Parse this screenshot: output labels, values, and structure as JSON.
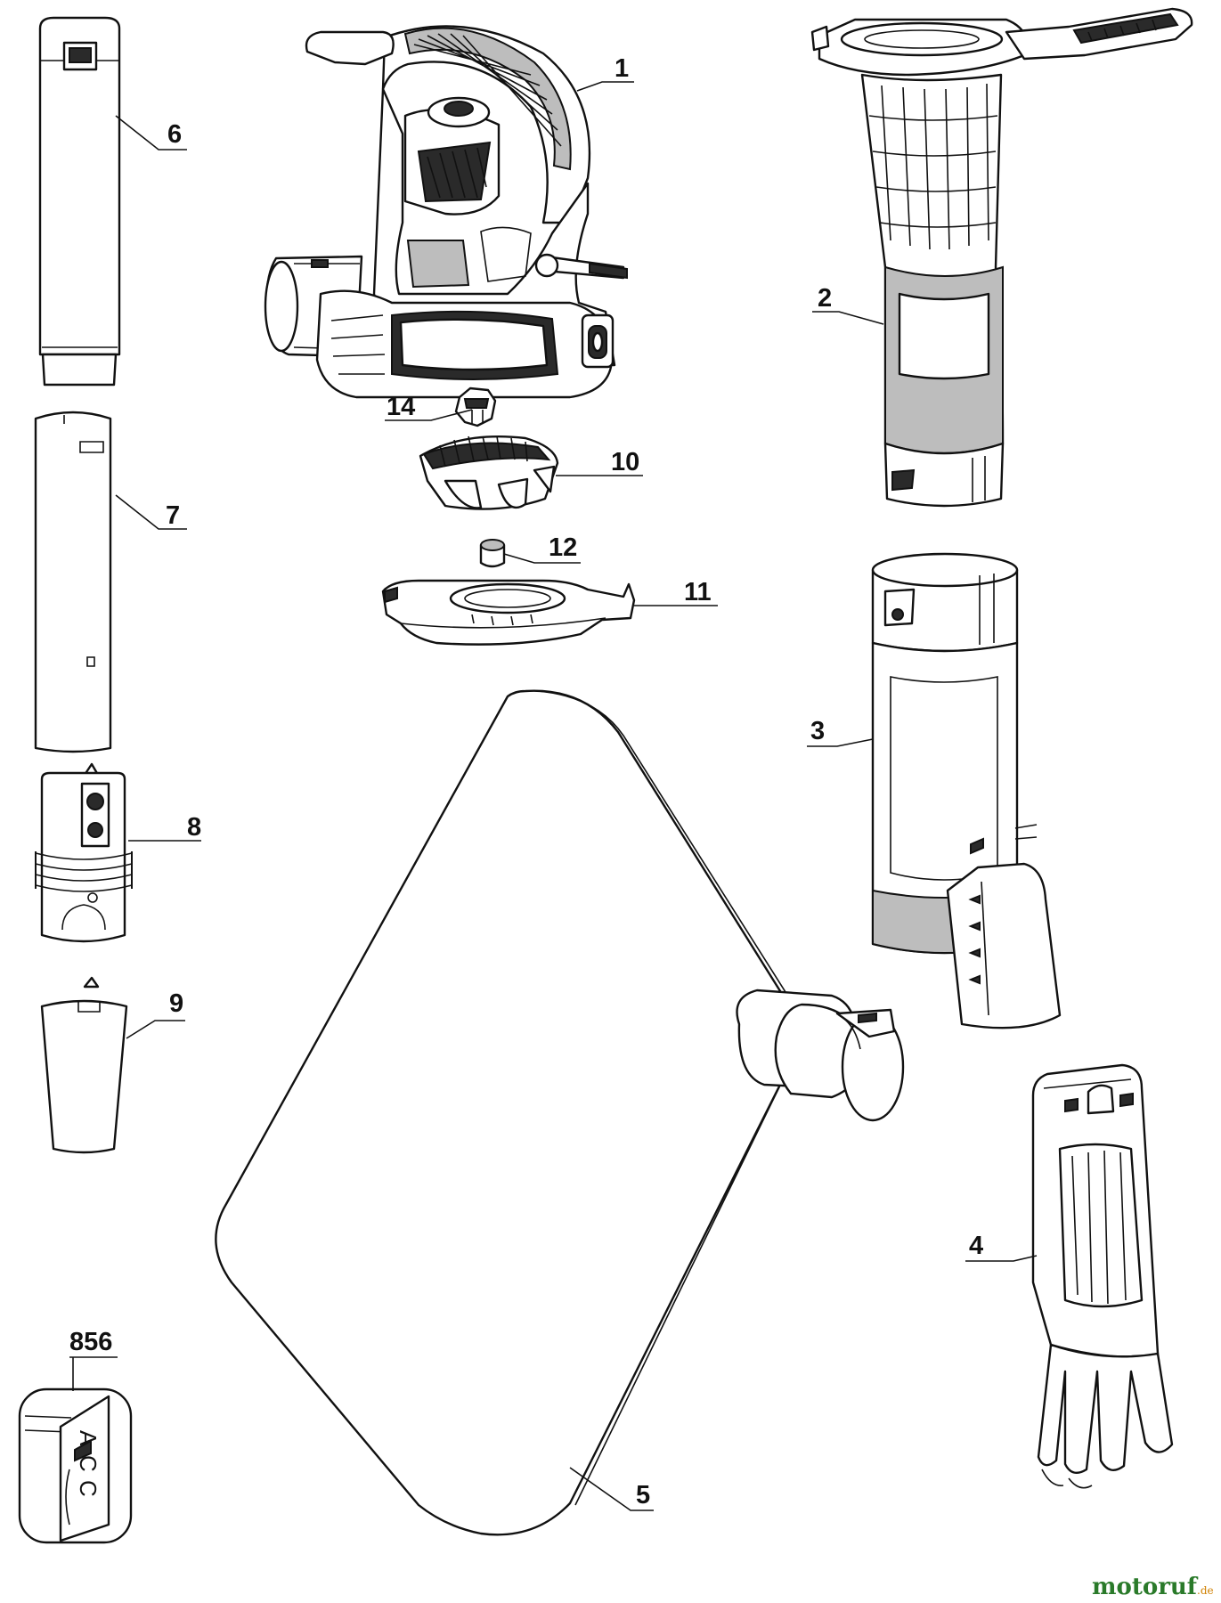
{
  "callouts": {
    "c1": "1",
    "c2": "2",
    "c3": "3",
    "c4": "4",
    "c5": "5",
    "c6": "6",
    "c7": "7",
    "c8": "8",
    "c9": "9",
    "c10": "10",
    "c11": "11",
    "c12": "12",
    "c14": "14",
    "c856": "856"
  },
  "label_856": {
    "l1": "A",
    "l2": "C",
    "l3": "C"
  },
  "watermark": {
    "brand": "motoruf",
    "tld": ".de",
    "brand_color": "#2a7a2a",
    "dot_color": "#d08000"
  }
}
